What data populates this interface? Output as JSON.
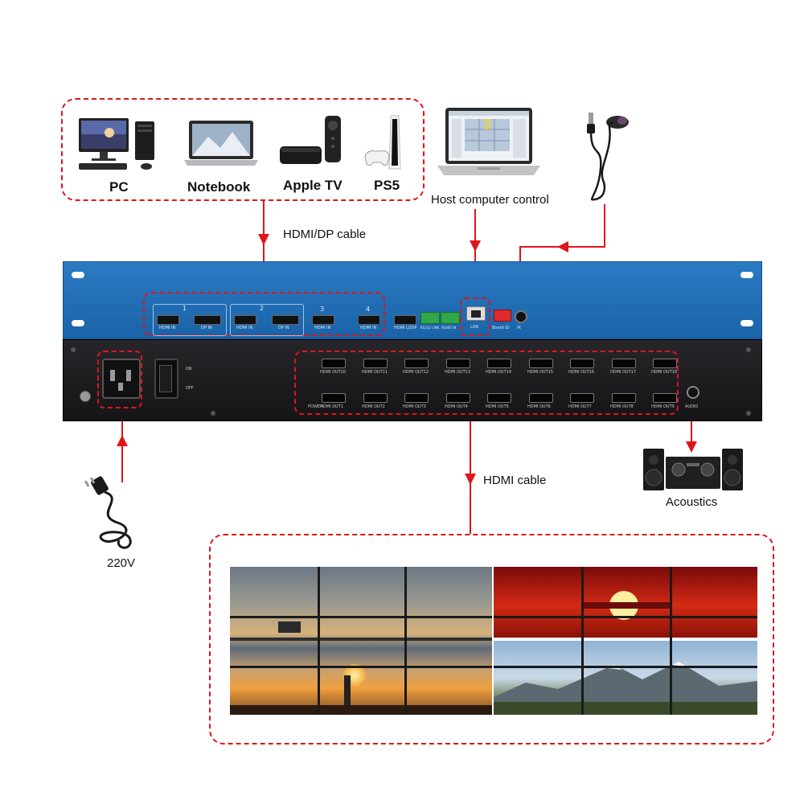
{
  "sources": {
    "pc": "PC",
    "notebook": "Notebook",
    "apple_tv": "Apple TV",
    "ps5": "PS5"
  },
  "host_control": "Host computer control",
  "host_screen_number": "3",
  "hdmi_dp_cable": "HDMI/DP cable",
  "hdmi_cable": "HDMI cable",
  "acoustics": "Acoustics",
  "power": "220V",
  "front_panel": {
    "input_numbers": [
      "1",
      "2",
      "3",
      "4"
    ],
    "input_ports": [
      "HDMI IN",
      "DP IN",
      "HDMI IN",
      "DP IN",
      "HDMI IN",
      "HDMI IN"
    ],
    "loop": "HDMI LOOP",
    "rs232": "RS232 LINK",
    "rs485": "RS485 IN",
    "lan": "LAN",
    "board_id": "Board ID",
    "ir": "IR"
  },
  "rear_panel": {
    "switch_on": "ON",
    "switch_off": "OFF",
    "power_label": "POWER",
    "audio": "AUDIO",
    "outputs_top": [
      "HDMI OUT10",
      "HDMI OUT11",
      "HDMI OUT12",
      "HDMI OUT13",
      "HDMI OUT14",
      "HDMI OUT15",
      "HDMI OUT16",
      "HDMI OUT17",
      "HDMI OUT18"
    ],
    "outputs_bottom": [
      "HDMI OUT1",
      "HDMI OUT2",
      "HDMI OUT3",
      "HDMI OUT4",
      "HDMI OUT5",
      "HDMI OUT6",
      "HDMI OUT7",
      "HDMI OUT8",
      "HDMI OUT9"
    ]
  },
  "colors": {
    "accent_red": "#e0151a",
    "chassis_blue": "#1f6fb5",
    "chassis_black": "#1b1b1d"
  }
}
